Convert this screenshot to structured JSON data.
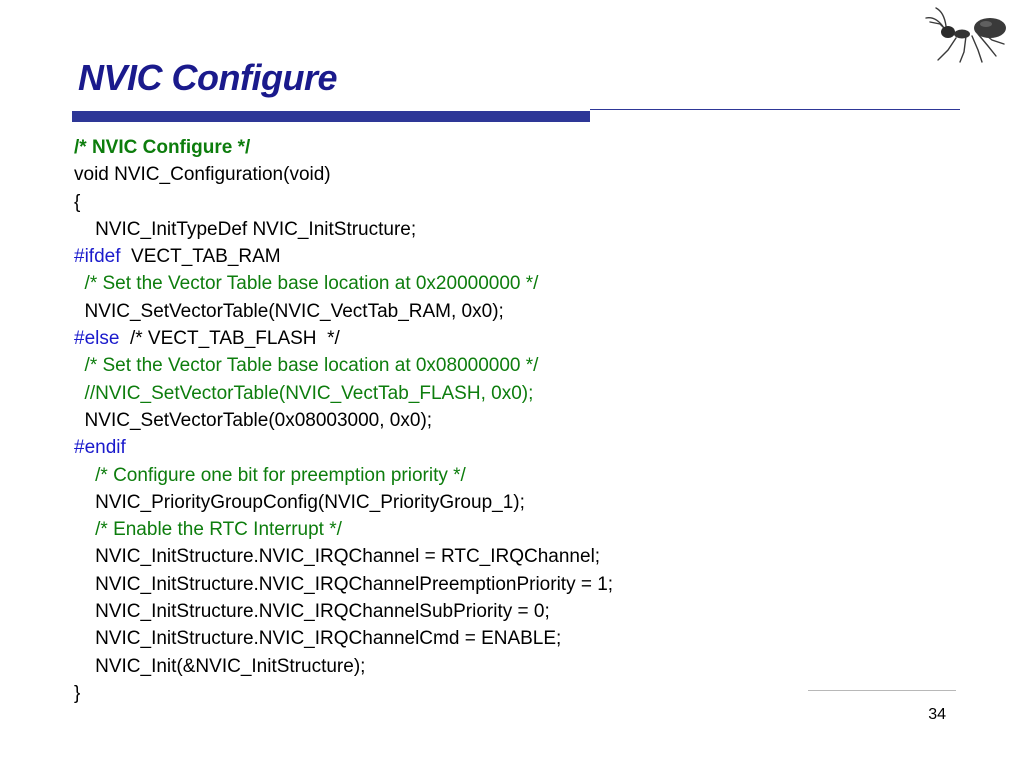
{
  "slide": {
    "title": "NVIC Configure",
    "page_number": "34",
    "logo": "ant-icon"
  },
  "colors": {
    "title": "#1a1a8c",
    "rule": "#2e3797",
    "comment": "#0d7d0d",
    "directive": "#1a1acc",
    "text": "#000000"
  },
  "code": {
    "lines": [
      [
        {
          "text": "/* NVIC Configure */",
          "kind": "comment",
          "bold": true
        }
      ],
      [
        {
          "text": "void NVIC_Configuration(void)",
          "kind": "plain"
        }
      ],
      [
        {
          "text": "{",
          "kind": "plain"
        }
      ],
      [
        {
          "text": "    NVIC_InitTypeDef NVIC_InitStructure;",
          "kind": "plain"
        }
      ],
      [
        {
          "text": "#ifdef",
          "kind": "directive"
        },
        {
          "text": "  VECT_TAB_RAM",
          "kind": "plain"
        }
      ],
      [
        {
          "text": "  /* Set the Vector Table base location at 0x20000000 */",
          "kind": "comment"
        }
      ],
      [
        {
          "text": "  NVIC_SetVectorTable(NVIC_VectTab_RAM, 0x0);",
          "kind": "plain"
        }
      ],
      [
        {
          "text": "#else",
          "kind": "directive"
        },
        {
          "text": "  /* VECT_TAB_FLASH  */",
          "kind": "plain"
        }
      ],
      [
        {
          "text": "  /* Set the Vector Table base location at 0x08000000 */",
          "kind": "comment"
        }
      ],
      [
        {
          "text": "  //NVIC_SetVectorTable(NVIC_VectTab_FLASH, 0x0);",
          "kind": "comment"
        }
      ],
      [
        {
          "text": "  NVIC_SetVectorTable(0x08003000, 0x0);",
          "kind": "plain"
        }
      ],
      [
        {
          "text": "#endif",
          "kind": "directive"
        }
      ],
      [
        {
          "text": "    /* Configure one bit for preemption priority */",
          "kind": "comment"
        }
      ],
      [
        {
          "text": "    NVIC_PriorityGroupConfig(NVIC_PriorityGroup_1);",
          "kind": "plain"
        }
      ],
      [
        {
          "text": "    /* Enable the RTC Interrupt */",
          "kind": "comment"
        }
      ],
      [
        {
          "text": "    NVIC_InitStructure.NVIC_IRQChannel = RTC_IRQChannel;",
          "kind": "plain"
        }
      ],
      [
        {
          "text": "    NVIC_InitStructure.NVIC_IRQChannelPreemptionPriority = 1;",
          "kind": "plain"
        }
      ],
      [
        {
          "text": "    NVIC_InitStructure.NVIC_IRQChannelSubPriority = 0;",
          "kind": "plain"
        }
      ],
      [
        {
          "text": "    NVIC_InitStructure.NVIC_IRQChannelCmd = ENABLE;",
          "kind": "plain"
        }
      ],
      [
        {
          "text": "    NVIC_Init(&NVIC_InitStructure);",
          "kind": "plain"
        }
      ],
      [
        {
          "text": "}",
          "kind": "plain"
        }
      ]
    ]
  }
}
